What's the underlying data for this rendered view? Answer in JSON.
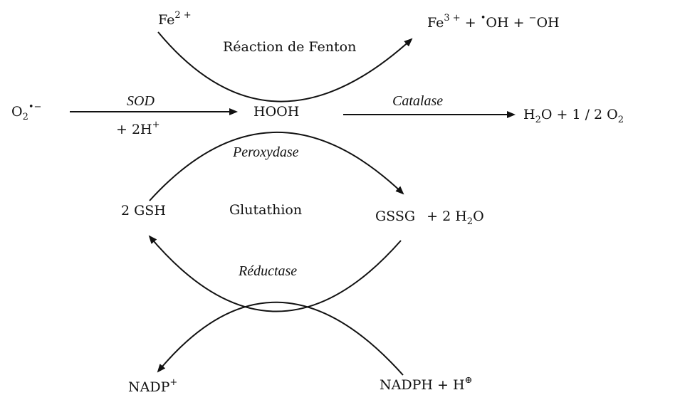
{
  "fenton": {
    "fe2": "Fe",
    "fe2_charge": "2 +",
    "label": "Réaction de Fenton",
    "fe3": "Fe",
    "fe3_charge": "3 +",
    "plus1": "+",
    "oh_radical_dot": "•",
    "oh_radical": "OH",
    "plus2": "+",
    "oh_minus_sign": "−",
    "oh_minus": "OH"
  },
  "sod_row": {
    "superoxide": "O",
    "superoxide_sub": "2",
    "superoxide_charge": "•−",
    "enzyme": "SOD",
    "cofactor": "+ 2H",
    "cofactor_charge": "+",
    "product": "HOOH",
    "catalase": "Catalase",
    "water": "H",
    "water_sub": "2",
    "water_o": "O",
    "plus": "+",
    "oxygen_frac": "1 / 2 O",
    "oxygen_sub": "2"
  },
  "glutathione": {
    "peroxidase": "Peroxydase",
    "gsh": "2 GSH",
    "center": "Glutathion",
    "gssg": "GSSG",
    "plus": "+",
    "water": "2 H",
    "water_sub": "2",
    "water_o": "O",
    "reductase": "Réductase"
  },
  "nadph": {
    "nadp": "NADP",
    "nadp_charge": "+",
    "nadph": "NADPH",
    "plus": "+",
    "h": "H",
    "h_charge": "⊕"
  },
  "colors": {
    "ink": "#111111",
    "background": "#ffffff"
  }
}
